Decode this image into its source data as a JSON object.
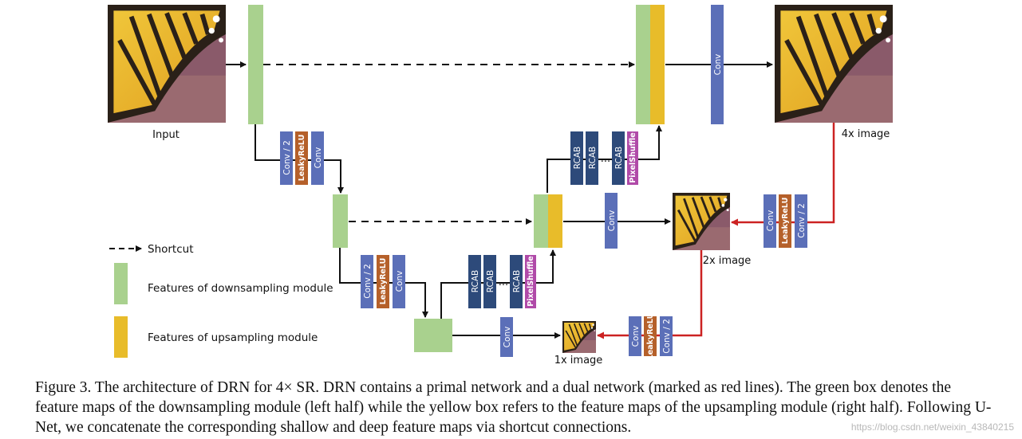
{
  "labels": {
    "input": "Input",
    "x4": "4x image",
    "x2": "2x image",
    "x1": "1x image"
  },
  "blocks": {
    "conv": "Conv",
    "conv2": "Conv / 2",
    "leaky": "LeakyReLU",
    "rcab": "RCAB",
    "pixelshuffle": "PixelShuffle",
    "dots": "..."
  },
  "legend": {
    "shortcut": "Shortcut",
    "down": "Features of downsampling module",
    "up": "Features of upsampling module"
  },
  "colors": {
    "green": "#a9d18e",
    "yellow": "#e8bc2a",
    "conv_blue": "#5b6fb8",
    "rcab_navy": "#2d4a7a",
    "leaky_brown": "#b5602a",
    "pixelshuffle_magenta": "#b04aa8",
    "dual_red": "#cc2222"
  },
  "caption": "Figure 3.  The architecture of DRN for 4× SR. DRN contains a primal network and a dual network (marked as red lines). The green box denotes the feature maps of the downsampling module (left half) while the yellow box refers to the feature maps of the upsampling module (right half). Following U-Net, we concatenate the corresponding shallow and deep feature maps via shortcut connections.",
  "watermark": "https://blog.csdn.net/weixin_43840215"
}
